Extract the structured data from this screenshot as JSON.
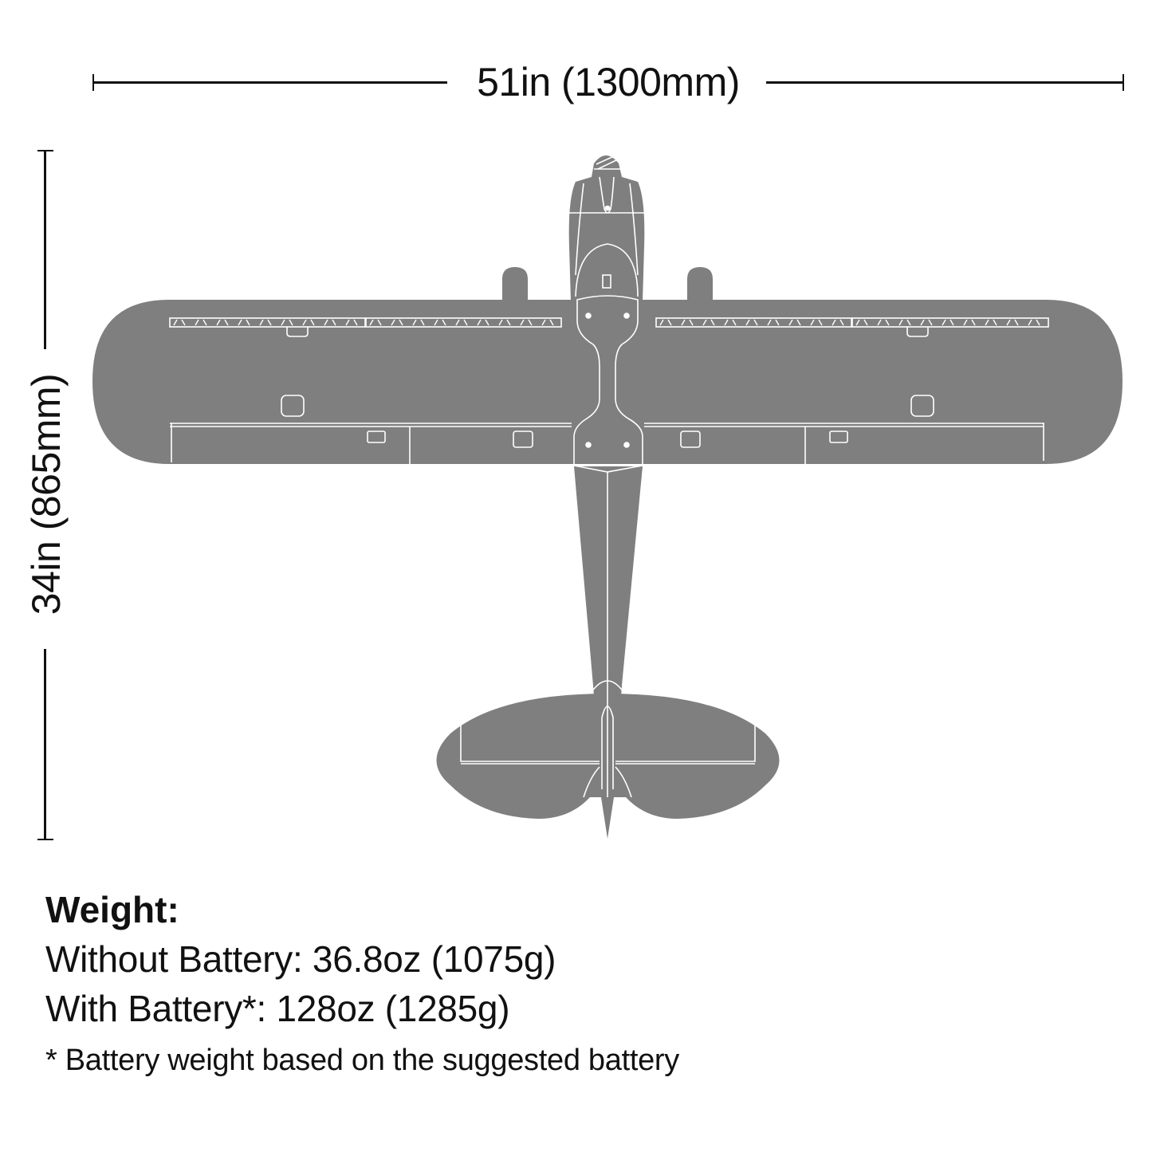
{
  "dimensions": {
    "wingspan": {
      "label": "51in (1300mm)",
      "inches": 51,
      "mm": 1300
    },
    "length": {
      "label": "34in (865mm)",
      "inches": 34,
      "mm": 865
    }
  },
  "diagram": {
    "subject": "airplane top view silhouette",
    "fill_color": "#7f7f7f",
    "outline_color": "#ffffff",
    "line_color": "#111111"
  },
  "weight": {
    "title": "Weight:",
    "without_battery": {
      "text": "Without Battery: 36.8oz (1075g)",
      "oz": 36.8,
      "g": 1075
    },
    "with_battery": {
      "text": "With Battery*: 128oz (1285g)",
      "oz": 128,
      "g": 1285
    },
    "footnote": "* Battery weight based on the suggested battery"
  }
}
